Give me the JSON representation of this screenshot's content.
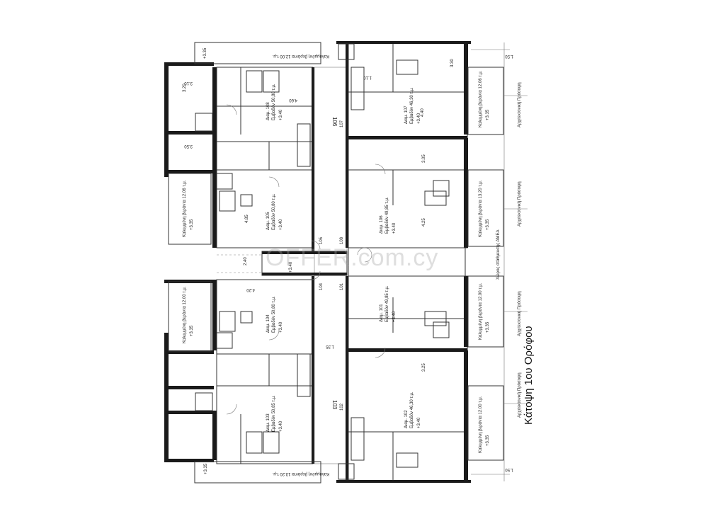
{
  "caption": "Κάτοψη 1ου Ορόφου",
  "watermark": "OFFER.com.cy",
  "apartments": [
    {
      "name": "Διαμ. 108",
      "area": "Εμβαδόν 50,80 τ.μ.",
      "level": "+3.40"
    },
    {
      "name": "Διαμ. 107",
      "area": "Εμβαδόν 46,30 τ.μ.",
      "level": "+3.40"
    },
    {
      "name": "Διαμ. 105",
      "area": "Εμβαδόν 50,80 τ.μ.",
      "level": "+3.40"
    },
    {
      "name": "Διαμ. 106",
      "area": "Εμβαδόν 49,85 τ.μ.",
      "level": "+3.40"
    },
    {
      "name": "Διαμ. 104",
      "area": "Εμβαδόν 50,80 τ.μ.",
      "level": "+3.40"
    },
    {
      "name": "Διαμ. 101",
      "area": "Εμβαδόν 49,85 τ.μ.",
      "level": "+3.40"
    },
    {
      "name": "Διαμ. 103",
      "area": "Εμβαδόν 50,85 τ.μ.",
      "level": "+3.40"
    },
    {
      "name": "Διαμ. 102",
      "area": "Εμβαδόν 46,30 τ.μ.",
      "level": "+3.40"
    }
  ],
  "verandas": [
    {
      "label": "Καλυμμένη βεράντα 12.00 τ.μ.",
      "level": "+3.35"
    },
    {
      "label": "Καλυμμένη βεράντα 12.06 τ.μ.",
      "level": "+3.35"
    },
    {
      "label": "Καλυμμένη βεράντα 12.00 τ.μ.",
      "level": "+3.35"
    },
    {
      "label": "Καλυμμένη βεράντα 13.20 τ.μ.",
      "level": "+3.35"
    },
    {
      "label": "Καλυμμένη βεράντα 12.06 τ.μ.",
      "level": "+3.35"
    },
    {
      "label": "Καλυμμένη βεράντα 13.20 τ.μ.",
      "level": "+3.35"
    },
    {
      "label": "Καλυμμένη βεράντα 12.00 τ.μ.",
      "level": "+3.35"
    },
    {
      "label": "Καλυμμένη βεράντα 12.00 τ.μ.",
      "level": "+3.35"
    }
  ],
  "door_numbers": [
    "106",
    "107",
    "105",
    "108",
    "104",
    "101",
    "103",
    "102"
  ],
  "garden_labels": [
    "Αρχιτεκτονική Πρόσοψη",
    "Αρχιτεκτονική Πρόσοψη",
    "Αρχιτεκτονική Πρόσοψη",
    "Αρχιτεκτονική Πρόσοψη"
  ],
  "amea_label": "Χώρος στάθμευσης ΑΜΕΑ",
  "lobby_level": "+3.40",
  "dims": [
    "3.10",
    "3.20",
    "4.60",
    "3.50",
    "1.10",
    "4.40",
    "3.30",
    "3.05",
    "4.25",
    "4.85",
    "1.35",
    "2.40",
    "4.20",
    "3.25",
    "1.50",
    "1.50"
  ]
}
